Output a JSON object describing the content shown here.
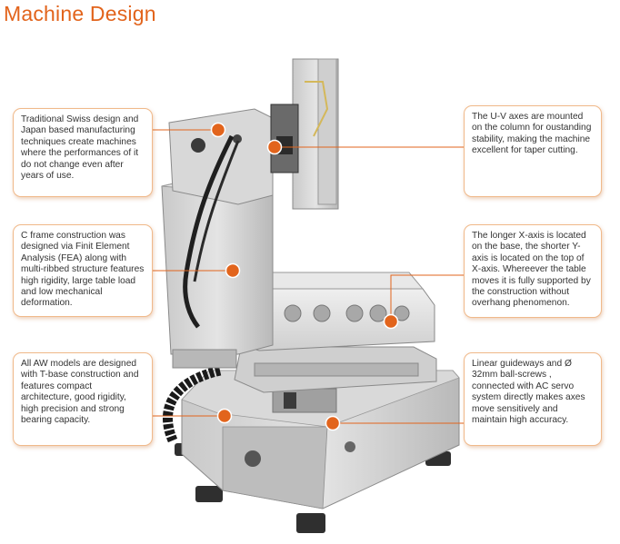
{
  "title": "Machine Design",
  "colors": {
    "accent": "#e2641c",
    "callout_border": "#f0b98a"
  },
  "callouts": [
    {
      "id": "swiss-design",
      "text": "Traditional Swiss design and Japan based  manufacturing techniques create machines where the performances of it do not change even after years of use."
    },
    {
      "id": "uv-axes",
      "text": "The U-V axes are mounted on the column for oustanding stability, making the machine excellent for taper cutting."
    },
    {
      "id": "c-frame",
      "text": "C frame construction was designed via Finit Element Analysis (FEA) along with multi-ribbed structure features high rigidity, large table load and low mechanical deformation."
    },
    {
      "id": "x-axis",
      "text": "The longer X-axis is located on the base, the shorter Y-axis is located on the top of X-axis. Whereever the table moves it is fully supported by the construction without overhang phenomenon."
    },
    {
      "id": "t-base",
      "text": "All AW models are designed with T-base construction and features compact architecture, good rigidity, high precision and strong bearing capacity."
    },
    {
      "id": "linear-guideways",
      "text": "Linear guideways and Ø 32mm ball-screws , connected with AC servo system directly makes axes move sensitively and maintain high accuracy."
    }
  ]
}
